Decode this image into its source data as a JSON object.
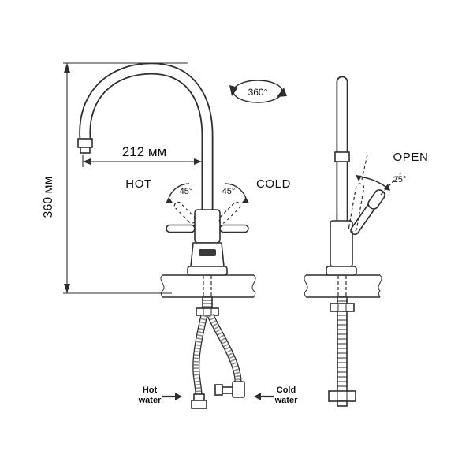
{
  "diagram": {
    "dimensions": {
      "height_label": "360 мм",
      "width_label": "212 мм"
    },
    "rotation": {
      "swivel_label": "360°"
    },
    "front_view": {
      "hot_label": "HOT",
      "cold_label": "COLD",
      "hot_angle": "45°",
      "cold_angle": "45°"
    },
    "side_view": {
      "open_label": "OPEN",
      "open_angle": "25°"
    },
    "connections": {
      "hot_line1": "Hot",
      "hot_line2": "water",
      "cold_line1": "Cold",
      "cold_line2": "water"
    },
    "colors": {
      "ink": "#2e2e2e",
      "background": "#ffffff"
    }
  }
}
